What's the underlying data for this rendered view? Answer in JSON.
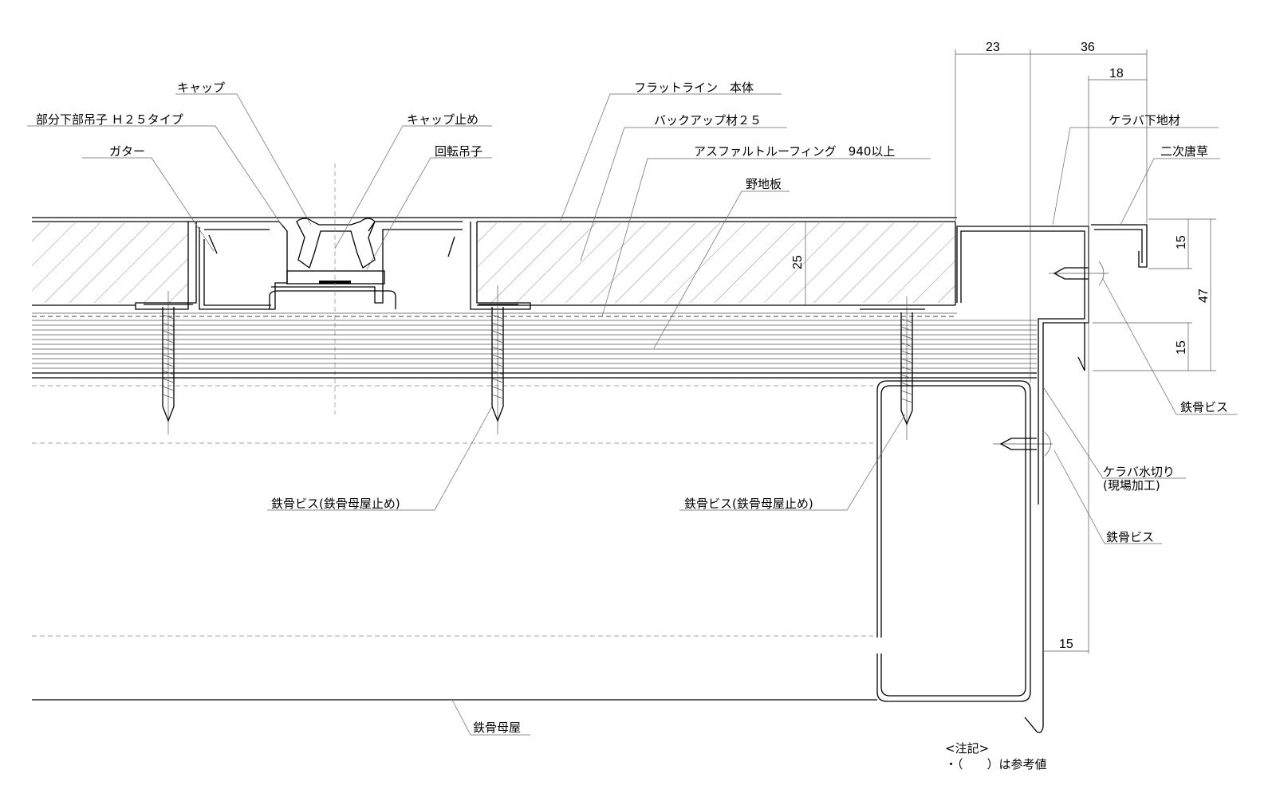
{
  "labels": {
    "cap": "キャップ",
    "partial_clip": "部分下部吊子 Ｈ２５タイプ",
    "gutter": "ガター",
    "cap_stopper": "キャップ止め",
    "rotating_clip": "回転吊子",
    "flatline_body": "フラットライン　本体",
    "backup": "バックアップ材２５",
    "asphalt": "アスファルトルーフィング　940以上",
    "sheathing": "野地板",
    "verge_base": "ケラバ下地材",
    "secondary_karakusa": "二次唐草",
    "steel_screw_1": "鉄骨ビス",
    "verge_flashing_1": "ケラバ水切り",
    "verge_flashing_2": "(現場加工)",
    "steel_screw_2": "鉄骨ビス",
    "purlin_screw_left": "鉄骨ビス(鉄骨母屋止め)",
    "purlin_screw_right": "鉄骨ビス(鉄骨母屋止め)",
    "purlin": "鉄骨母屋"
  },
  "dimensions": {
    "d23": "23",
    "d36": "36",
    "d18": "18",
    "d25": "25",
    "d15_top": "15",
    "d47": "47",
    "d15_mid": "15",
    "d15_bottom": "15"
  },
  "notes": {
    "title": "<注記>",
    "line1": "・（　　）は参考値"
  }
}
